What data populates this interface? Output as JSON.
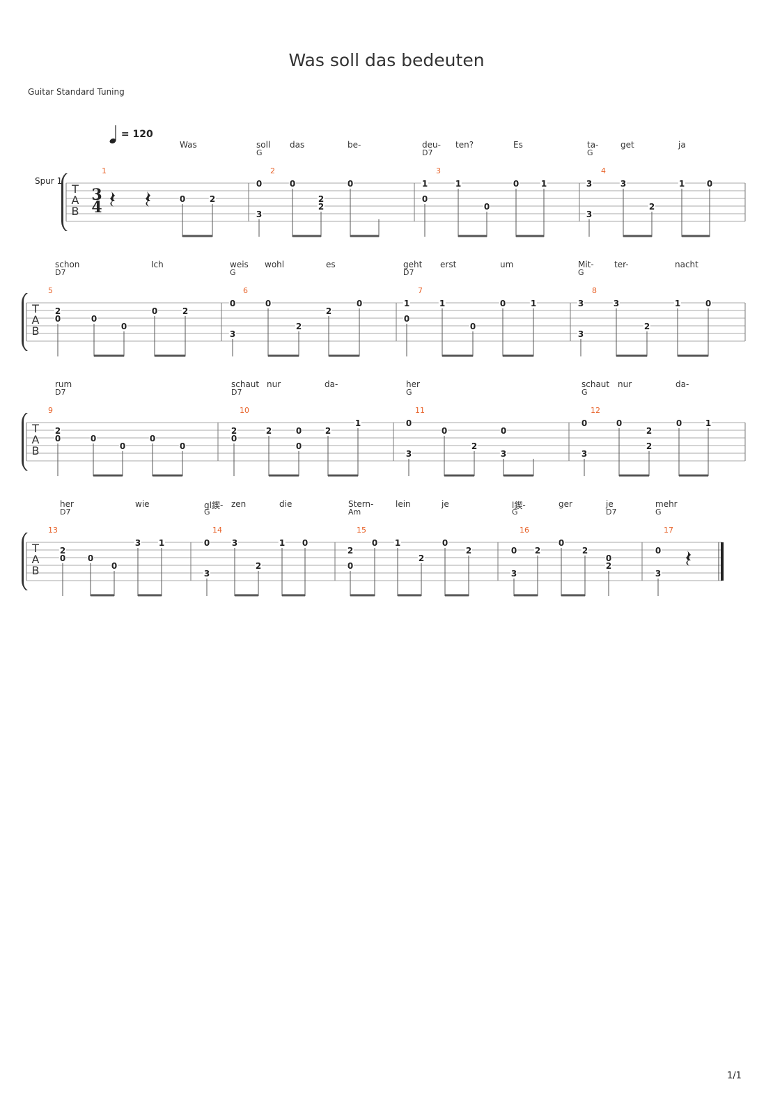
{
  "title": "Was soll das bedeuten",
  "tuning": "Guitar Standard Tuning",
  "tempo": {
    "bpm_text": "= 120",
    "note_icon": "quarter-note-icon"
  },
  "track_name": "Spur 1",
  "page_number": "1/1",
  "tab_label": [
    "T",
    "A",
    "B"
  ],
  "time_signature": [
    "3",
    "4"
  ],
  "systems": [
    {
      "lyrics": [
        "Was",
        "soll",
        "das",
        "be-",
        "deu-",
        "ten?",
        "Es",
        "ta-",
        "get",
        "ja"
      ],
      "chords": [
        "G",
        "D7",
        "G"
      ],
      "measures": [
        {
          "num": "1",
          "notes": [
            {
              "s": 3,
              "f": "0"
            },
            {
              "s": 3,
              "f": "2"
            }
          ]
        },
        {
          "num": "2",
          "notes": [
            {
              "s": 1,
              "f": "0"
            },
            {
              "s": 5,
              "f": "3"
            },
            {
              "s": 1,
              "f": "0"
            },
            {
              "s": 4,
              "f": "2"
            },
            {
              "s": 3,
              "f": "2"
            },
            {
              "s": 1,
              "f": "0"
            }
          ]
        },
        {
          "num": "3",
          "notes": [
            {
              "s": 1,
              "f": "1"
            },
            {
              "s": 3,
              "f": "0"
            },
            {
              "s": 1,
              "f": "1"
            },
            {
              "s": 4,
              "f": "0"
            },
            {
              "s": 1,
              "f": "0"
            },
            {
              "s": 1,
              "f": "1"
            }
          ]
        },
        {
          "num": "4",
          "notes": [
            {
              "s": 1,
              "f": "3"
            },
            {
              "s": 5,
              "f": "3"
            },
            {
              "s": 1,
              "f": "3"
            },
            {
              "s": 4,
              "f": "2"
            },
            {
              "s": 1,
              "f": "1"
            },
            {
              "s": 1,
              "f": "0"
            }
          ]
        }
      ]
    },
    {
      "lyrics": [
        "schon",
        "Ich",
        "weis",
        "wohl",
        "es",
        "geht",
        "erst",
        "um",
        "Mit-",
        "ter-",
        "nacht"
      ],
      "chords": [
        "D7",
        "G",
        "D7",
        "G"
      ],
      "measures": [
        {
          "num": "5",
          "notes": [
            {
              "s": 2,
              "f": "2"
            },
            {
              "s": 3,
              "f": "0"
            },
            {
              "s": 3,
              "f": "0"
            },
            {
              "s": 4,
              "f": "0"
            },
            {
              "s": 2,
              "f": "0"
            },
            {
              "s": 2,
              "f": "2"
            }
          ]
        },
        {
          "num": "6",
          "notes": [
            {
              "s": 1,
              "f": "0"
            },
            {
              "s": 5,
              "f": "3"
            },
            {
              "s": 1,
              "f": "0"
            },
            {
              "s": 4,
              "f": "2"
            },
            {
              "s": 2,
              "f": "2"
            },
            {
              "s": 1,
              "f": "0"
            }
          ]
        },
        {
          "num": "7",
          "notes": [
            {
              "s": 1,
              "f": "1"
            },
            {
              "s": 3,
              "f": "0"
            },
            {
              "s": 1,
              "f": "1"
            },
            {
              "s": 4,
              "f": "0"
            },
            {
              "s": 1,
              "f": "0"
            },
            {
              "s": 1,
              "f": "1"
            }
          ]
        },
        {
          "num": "8",
          "notes": [
            {
              "s": 1,
              "f": "3"
            },
            {
              "s": 5,
              "f": "3"
            },
            {
              "s": 1,
              "f": "3"
            },
            {
              "s": 4,
              "f": "2"
            },
            {
              "s": 1,
              "f": "1"
            },
            {
              "s": 1,
              "f": "0"
            }
          ]
        }
      ]
    },
    {
      "lyrics": [
        "rum",
        "schaut",
        "nur",
        "da-",
        "her",
        "schaut",
        "nur",
        "da-"
      ],
      "chords": [
        "D7",
        "D7",
        "G",
        "G"
      ],
      "measures": [
        {
          "num": "9",
          "notes": [
            {
              "s": 2,
              "f": "2"
            },
            {
              "s": 3,
              "f": "0"
            },
            {
              "s": 3,
              "f": "0"
            },
            {
              "s": 4,
              "f": "0"
            },
            {
              "s": 3,
              "f": "0"
            },
            {
              "s": 4,
              "f": "0"
            }
          ]
        },
        {
          "num": "10",
          "notes": [
            {
              "s": 2,
              "f": "2"
            },
            {
              "s": 3,
              "f": "0"
            },
            {
              "s": 2,
              "f": "2"
            },
            {
              "s": 2,
              "f": "0"
            },
            {
              "s": 4,
              "f": "0"
            },
            {
              "s": 2,
              "f": "2"
            },
            {
              "s": 1,
              "f": "1"
            }
          ]
        },
        {
          "num": "11",
          "notes": [
            {
              "s": 1,
              "f": "0"
            },
            {
              "s": 5,
              "f": "3"
            },
            {
              "s": 2,
              "f": "0"
            },
            {
              "s": 4,
              "f": "2"
            },
            {
              "s": 2,
              "f": "0"
            },
            {
              "s": 5,
              "f": "3"
            }
          ]
        },
        {
          "num": "12",
          "notes": [
            {
              "s": 1,
              "f": "0"
            },
            {
              "s": 5,
              "f": "3"
            },
            {
              "s": 1,
              "f": "0"
            },
            {
              "s": 2,
              "f": "2"
            },
            {
              "s": 4,
              "f": "2"
            },
            {
              "s": 1,
              "f": "0"
            },
            {
              "s": 1,
              "f": "1"
            }
          ]
        }
      ]
    },
    {
      "lyrics": [
        "her",
        "wie",
        "gl鍥-",
        "zen",
        "die",
        "Stern-",
        "lein",
        "je",
        "l鍥-",
        "ger",
        "je",
        "mehr"
      ],
      "chords": [
        "D7",
        "G",
        "Am",
        "G",
        "D7",
        "G"
      ],
      "measures": [
        {
          "num": "13",
          "notes": [
            {
              "s": 2,
              "f": "2"
            },
            {
              "s": 3,
              "f": "0"
            },
            {
              "s": 3,
              "f": "0"
            },
            {
              "s": 4,
              "f": "0"
            },
            {
              "s": 1,
              "f": "3"
            },
            {
              "s": 1,
              "f": "1"
            }
          ]
        },
        {
          "num": "14",
          "notes": [
            {
              "s": 1,
              "f": "0"
            },
            {
              "s": 5,
              "f": "3"
            },
            {
              "s": 1,
              "f": "3"
            },
            {
              "s": 4,
              "f": "2"
            },
            {
              "s": 1,
              "f": "1"
            },
            {
              "s": 1,
              "f": "0"
            }
          ]
        },
        {
          "num": "15",
          "notes": [
            {
              "s": 2,
              "f": "2"
            },
            {
              "s": 4,
              "f": "0"
            },
            {
              "s": 1,
              "f": "0"
            },
            {
              "s": 1,
              "f": "1"
            },
            {
              "s": 3,
              "f": "2"
            },
            {
              "s": 1,
              "f": "0"
            },
            {
              "s": 2,
              "f": "2"
            }
          ]
        },
        {
          "num": "16",
          "notes": [
            {
              "s": 2,
              "f": "0"
            },
            {
              "s": 5,
              "f": "3"
            },
            {
              "s": 2,
              "f": "2"
            },
            {
              "s": 1,
              "f": "0"
            },
            {
              "s": 2,
              "f": "2"
            },
            {
              "s": 3,
              "f": "0"
            },
            {
              "s": 4,
              "f": "2"
            }
          ]
        },
        {
          "num": "17",
          "notes": [
            {
              "s": 2,
              "f": "0"
            },
            {
              "s": 5,
              "f": "3"
            }
          ]
        }
      ]
    }
  ]
}
